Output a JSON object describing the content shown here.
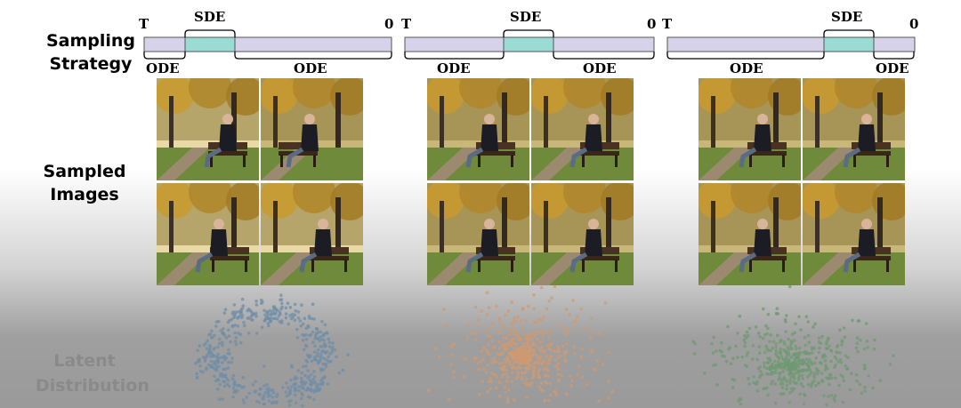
{
  "labels": {
    "sampling_strategy": [
      "Sampling",
      "Strategy"
    ],
    "sampled_images": [
      "Sampled",
      "Images"
    ],
    "latent_distribution": [
      "Latent",
      "Distribution"
    ]
  },
  "strategies": [
    {
      "start": "T",
      "end": "0",
      "sde": "SDE",
      "ode_left": "ODE",
      "ode_right": "ODE"
    },
    {
      "start": "T",
      "end": "0",
      "sde": "SDE",
      "ode_left": "ODE",
      "ode_right": "ODE"
    },
    {
      "start": "T",
      "end": "0",
      "sde": "SDE",
      "ode_left": "ODE",
      "ode_right": "ODE"
    }
  ],
  "colors": {
    "timeline_fill": "#d6d2ea",
    "sde_fill": "#9adcd4",
    "cluster_1": "#6f8ea8",
    "cluster_2": "#cf9a72",
    "cluster_3": "#6f9a72"
  },
  "scene": {
    "image_count_per_panel": 4,
    "subject": "woman sitting on park bench in autumn"
  }
}
